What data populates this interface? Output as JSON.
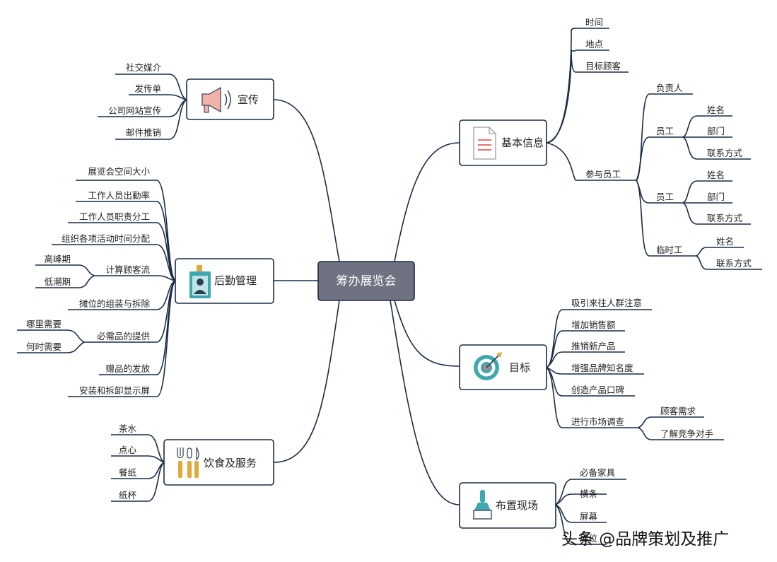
{
  "root": "筹办展览会",
  "branches": {
    "basic": {
      "title": "基本信息",
      "icon": "document-icon",
      "items": [
        "时间",
        "地点",
        "目标顾客"
      ],
      "owner": "负责人",
      "staff_group": "参与员工",
      "staff": [
        {
          "label": "员工",
          "items": [
            "姓名",
            "部门",
            "联系方式"
          ]
        },
        {
          "label": "员工",
          "items": [
            "姓名",
            "部门",
            "联系方式"
          ]
        },
        {
          "label": "临时工",
          "items": [
            "姓名",
            "联系方式"
          ]
        }
      ]
    },
    "goal": {
      "title": "目标",
      "icon": "target-icon",
      "items": [
        "吸引来往人群注意",
        "增加销售额",
        "推销新产品",
        "增强品牌知名度",
        "创造产品口碑"
      ],
      "survey": {
        "label": "进行市场调查",
        "items": [
          "顾客需求",
          "了解竞争对手"
        ]
      }
    },
    "venue": {
      "title": "布置现场",
      "icon": "brush-icon",
      "items": [
        "必备家具",
        "横条",
        "屏幕",
        "展位"
      ]
    },
    "promo": {
      "title": "宣传",
      "icon": "megaphone-icon",
      "items": [
        "社交媒介",
        "发传单",
        "公司网站宣传",
        "邮件推销"
      ]
    },
    "logistics": {
      "title": "后勤管理",
      "icon": "badge-icon",
      "items": [
        "展览会空间大小",
        "工作人员出勤率",
        "工作人员职责分工",
        "组织各项活动时间分配"
      ],
      "traffic": {
        "label": "计算顾客流",
        "items": [
          "高峰期",
          "低潮期"
        ]
      },
      "booth": "摊位的组装与拆除",
      "supplies": {
        "label": "必需品的提供",
        "items": [
          "哪里需要",
          "何时需要"
        ]
      },
      "gifts": "赠品的发放",
      "screens": "安装和拆卸显示屏"
    },
    "food": {
      "title": "饮食及服务",
      "icon": "utensils-icon",
      "items": [
        "茶水",
        "点心",
        "餐纸",
        "纸杯"
      ]
    }
  },
  "watermark": "头条 @品牌策划及推广",
  "colors": {
    "line": "#1b2b45",
    "root_fill": "#6f7280",
    "accent_red": "#e8736b",
    "accent_teal": "#3fa7b0",
    "accent_gold": "#e0a93b"
  }
}
